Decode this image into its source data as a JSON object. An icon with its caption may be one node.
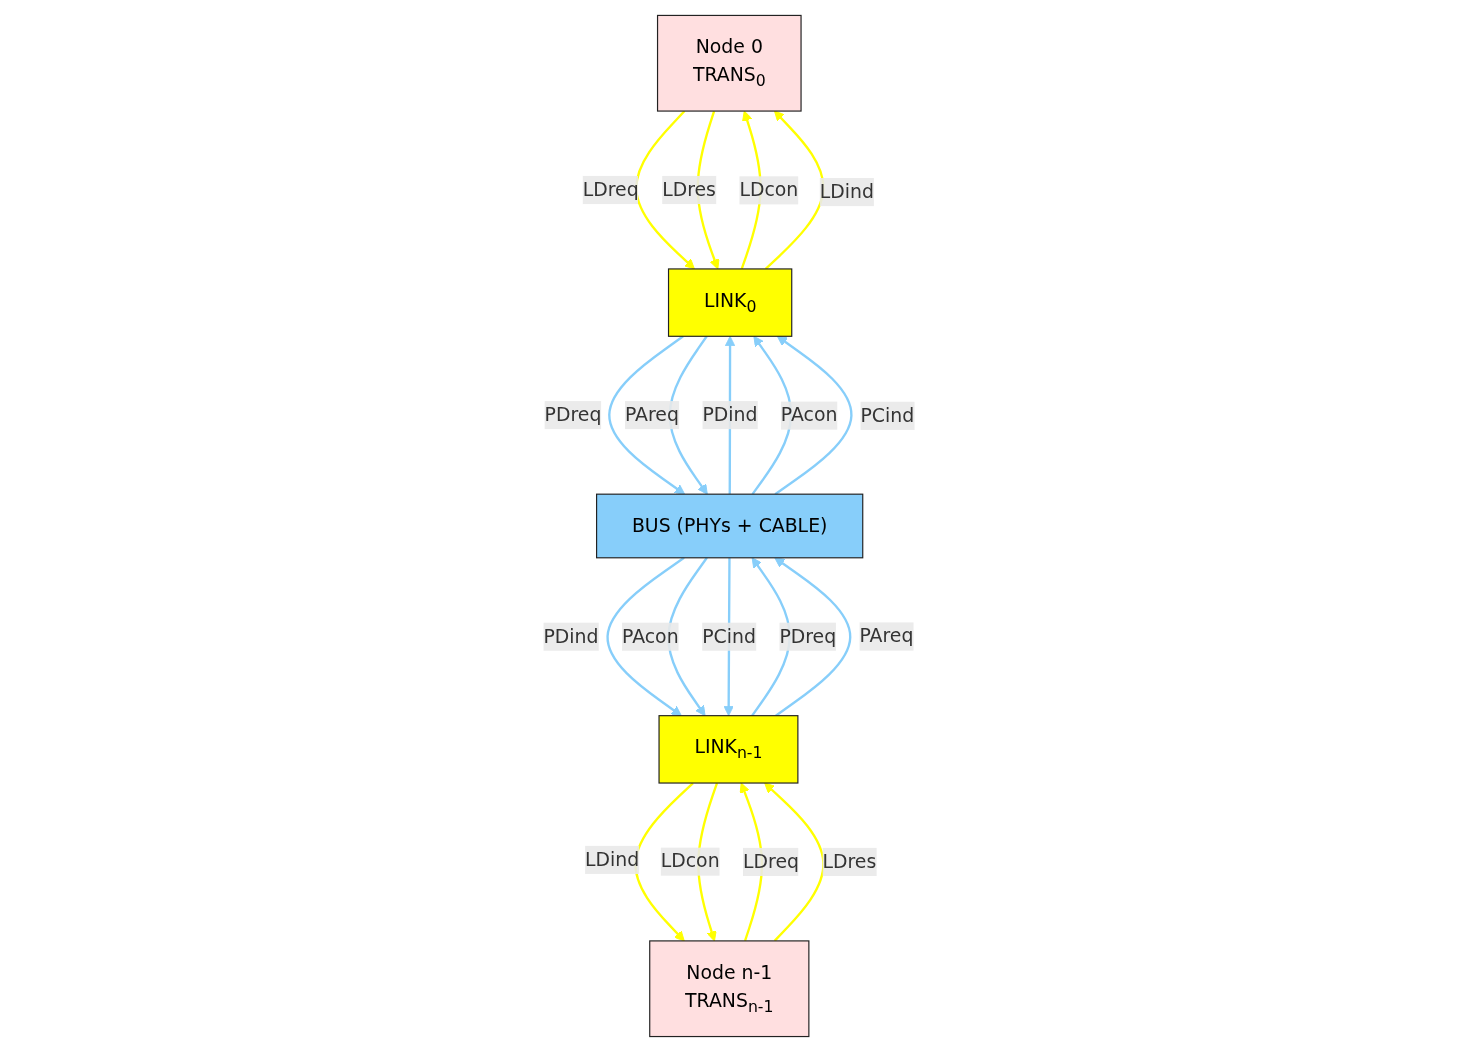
{
  "diagram": {
    "nodes": [
      {
        "text": [
          "Node 0",
          "TRANS$_{0}$"
        ]
      },
      {
        "text": [
          "LINK$_{0}$"
        ]
      },
      {
        "text": [
          "Node n-1",
          "TRANS$_{n-1}$"
        ]
      },
      {
        "text": [
          "LINK$_{n-1}$"
        ]
      },
      {
        "text": [
          "BUS (PHYs + CABLE)"
        ]
      }
    ],
    "edges": [
      {
        "from": 0,
        "to": 1,
        "arrow": "to",
        "label": "LDreq",
        "color": "#ffff00"
      },
      {
        "from": 1,
        "to": 0,
        "arrow": "to",
        "label": "LDcon",
        "color": "#ffff00"
      },
      {
        "from": 1,
        "to": 0,
        "arrow": "to",
        "label": "LDind",
        "color": "#ffff00"
      },
      {
        "from": 0,
        "to": 1,
        "arrow": "to",
        "label": "LDres",
        "color": "#ffff00"
      },
      {
        "from": 2,
        "to": 3,
        "arrow": "to",
        "label": "LDreq",
        "color": "#ffff00"
      },
      {
        "from": 3,
        "to": 2,
        "arrow": "to",
        "label": "LDind",
        "color": "#ffff00"
      },
      {
        "from": 3,
        "to": 2,
        "arrow": "to",
        "label": "LDcon",
        "color": "#ffff00"
      },
      {
        "from": 2,
        "to": 3,
        "arrow": "to",
        "label": "LDres",
        "color": "#ffff00"
      },
      {
        "from": 4,
        "to": 1,
        "arrow": "to",
        "label": "PDind",
        "color": "#87cefa"
      },
      {
        "from": 1,
        "to": 4,
        "arrow": "to",
        "label": "PDreq",
        "color": "#87cefa"
      },
      {
        "from": 4,
        "to": 1,
        "arrow": "to",
        "label": "PAcon",
        "color": "#87cefa"
      },
      {
        "from": 1,
        "to": 4,
        "arrow": "to",
        "label": "PAreq",
        "color": "#87cefa"
      },
      {
        "from": 4,
        "to": 1,
        "arrow": "to",
        "label": "PCind",
        "color": "#87cefa"
      },
      {
        "from": 4,
        "to": 3,
        "arrow": "to",
        "label": "PDind",
        "color": "#87cefa"
      },
      {
        "from": 3,
        "to": 4,
        "arrow": "to",
        "label": "PDreq",
        "color": "#87cefa"
      },
      {
        "from": 4,
        "to": 3,
        "arrow": "to",
        "label": "PAcon",
        "color": "#87cefa"
      },
      {
        "from": 3,
        "to": 4,
        "arrow": "to",
        "label": "PAreq",
        "color": "#87cefa"
      },
      {
        "from": 4,
        "to": 3,
        "arrow": "to",
        "label": "PCind",
        "color": "#87cefa"
      }
    ]
  }
}
